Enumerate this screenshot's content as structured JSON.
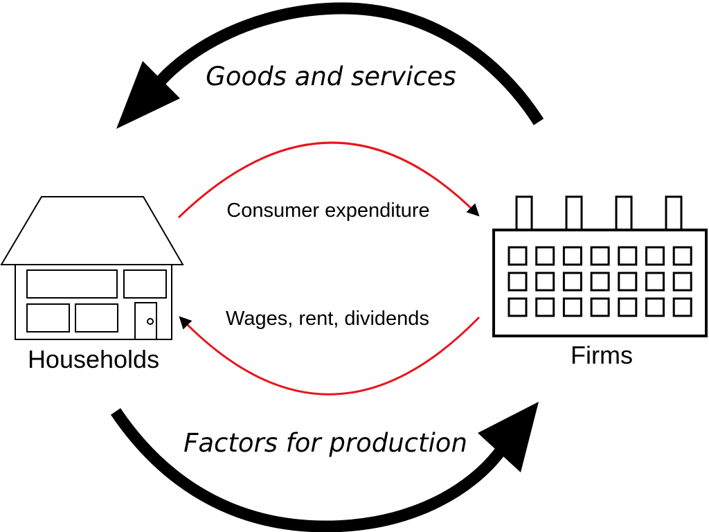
{
  "labels": {
    "goods_and_services": "Goods and services",
    "factors_for_production": "Factors for production",
    "consumer_expenditure": "Consumer expenditure",
    "wages_rent_dividends": "Wages, rent, dividends",
    "households": "Households",
    "firms": "Firms"
  },
  "colors": {
    "money_flow": "#e8141c",
    "real_flow": "#000000",
    "outline": "#000000",
    "background": "#ffffff"
  }
}
